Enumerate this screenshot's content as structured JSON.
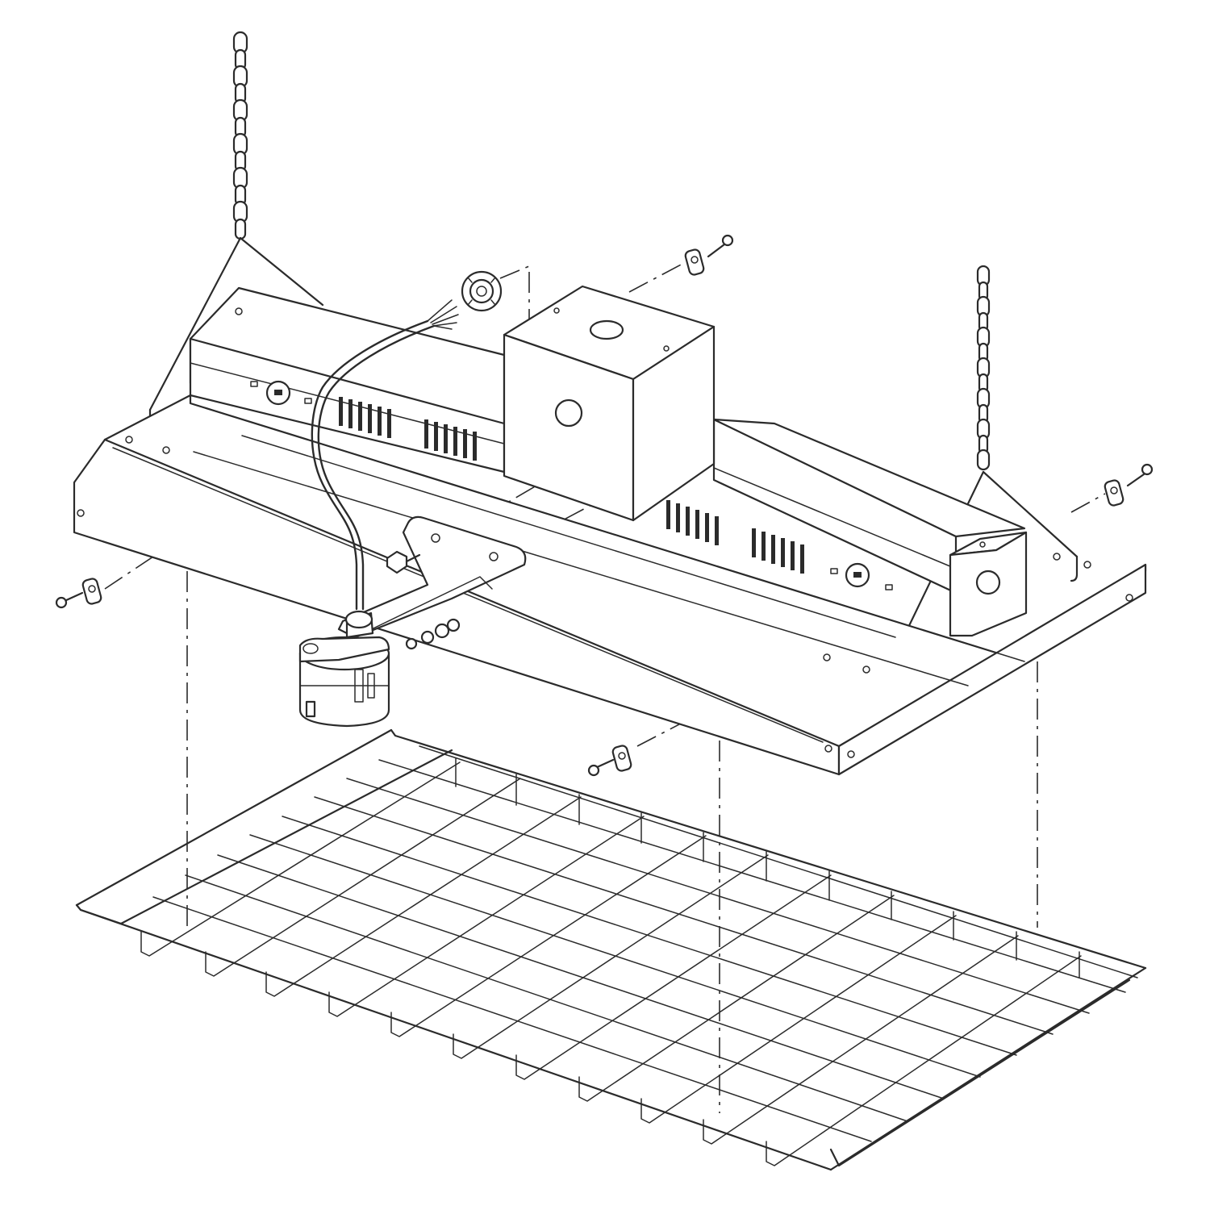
{
  "diagram": {
    "kind": "exploded-assembly",
    "components": [
      {
        "id": "hanging-chain-left"
      },
      {
        "id": "hanging-chain-right"
      },
      {
        "id": "v-hook-left"
      },
      {
        "id": "v-hook-right"
      },
      {
        "id": "fixture-housing"
      },
      {
        "id": "junction-box"
      },
      {
        "id": "knockout-plug"
      },
      {
        "id": "whip-cable"
      },
      {
        "id": "sensor-bracket"
      },
      {
        "id": "occupancy-sensor"
      },
      {
        "id": "mounting-clip-top"
      },
      {
        "id": "mounting-clip-right"
      },
      {
        "id": "mounting-clip-left"
      },
      {
        "id": "mounting-clip-front"
      },
      {
        "id": "wire-guard"
      }
    ],
    "colors": {
      "line": "#2b2b2b",
      "background": "#ffffff"
    }
  }
}
